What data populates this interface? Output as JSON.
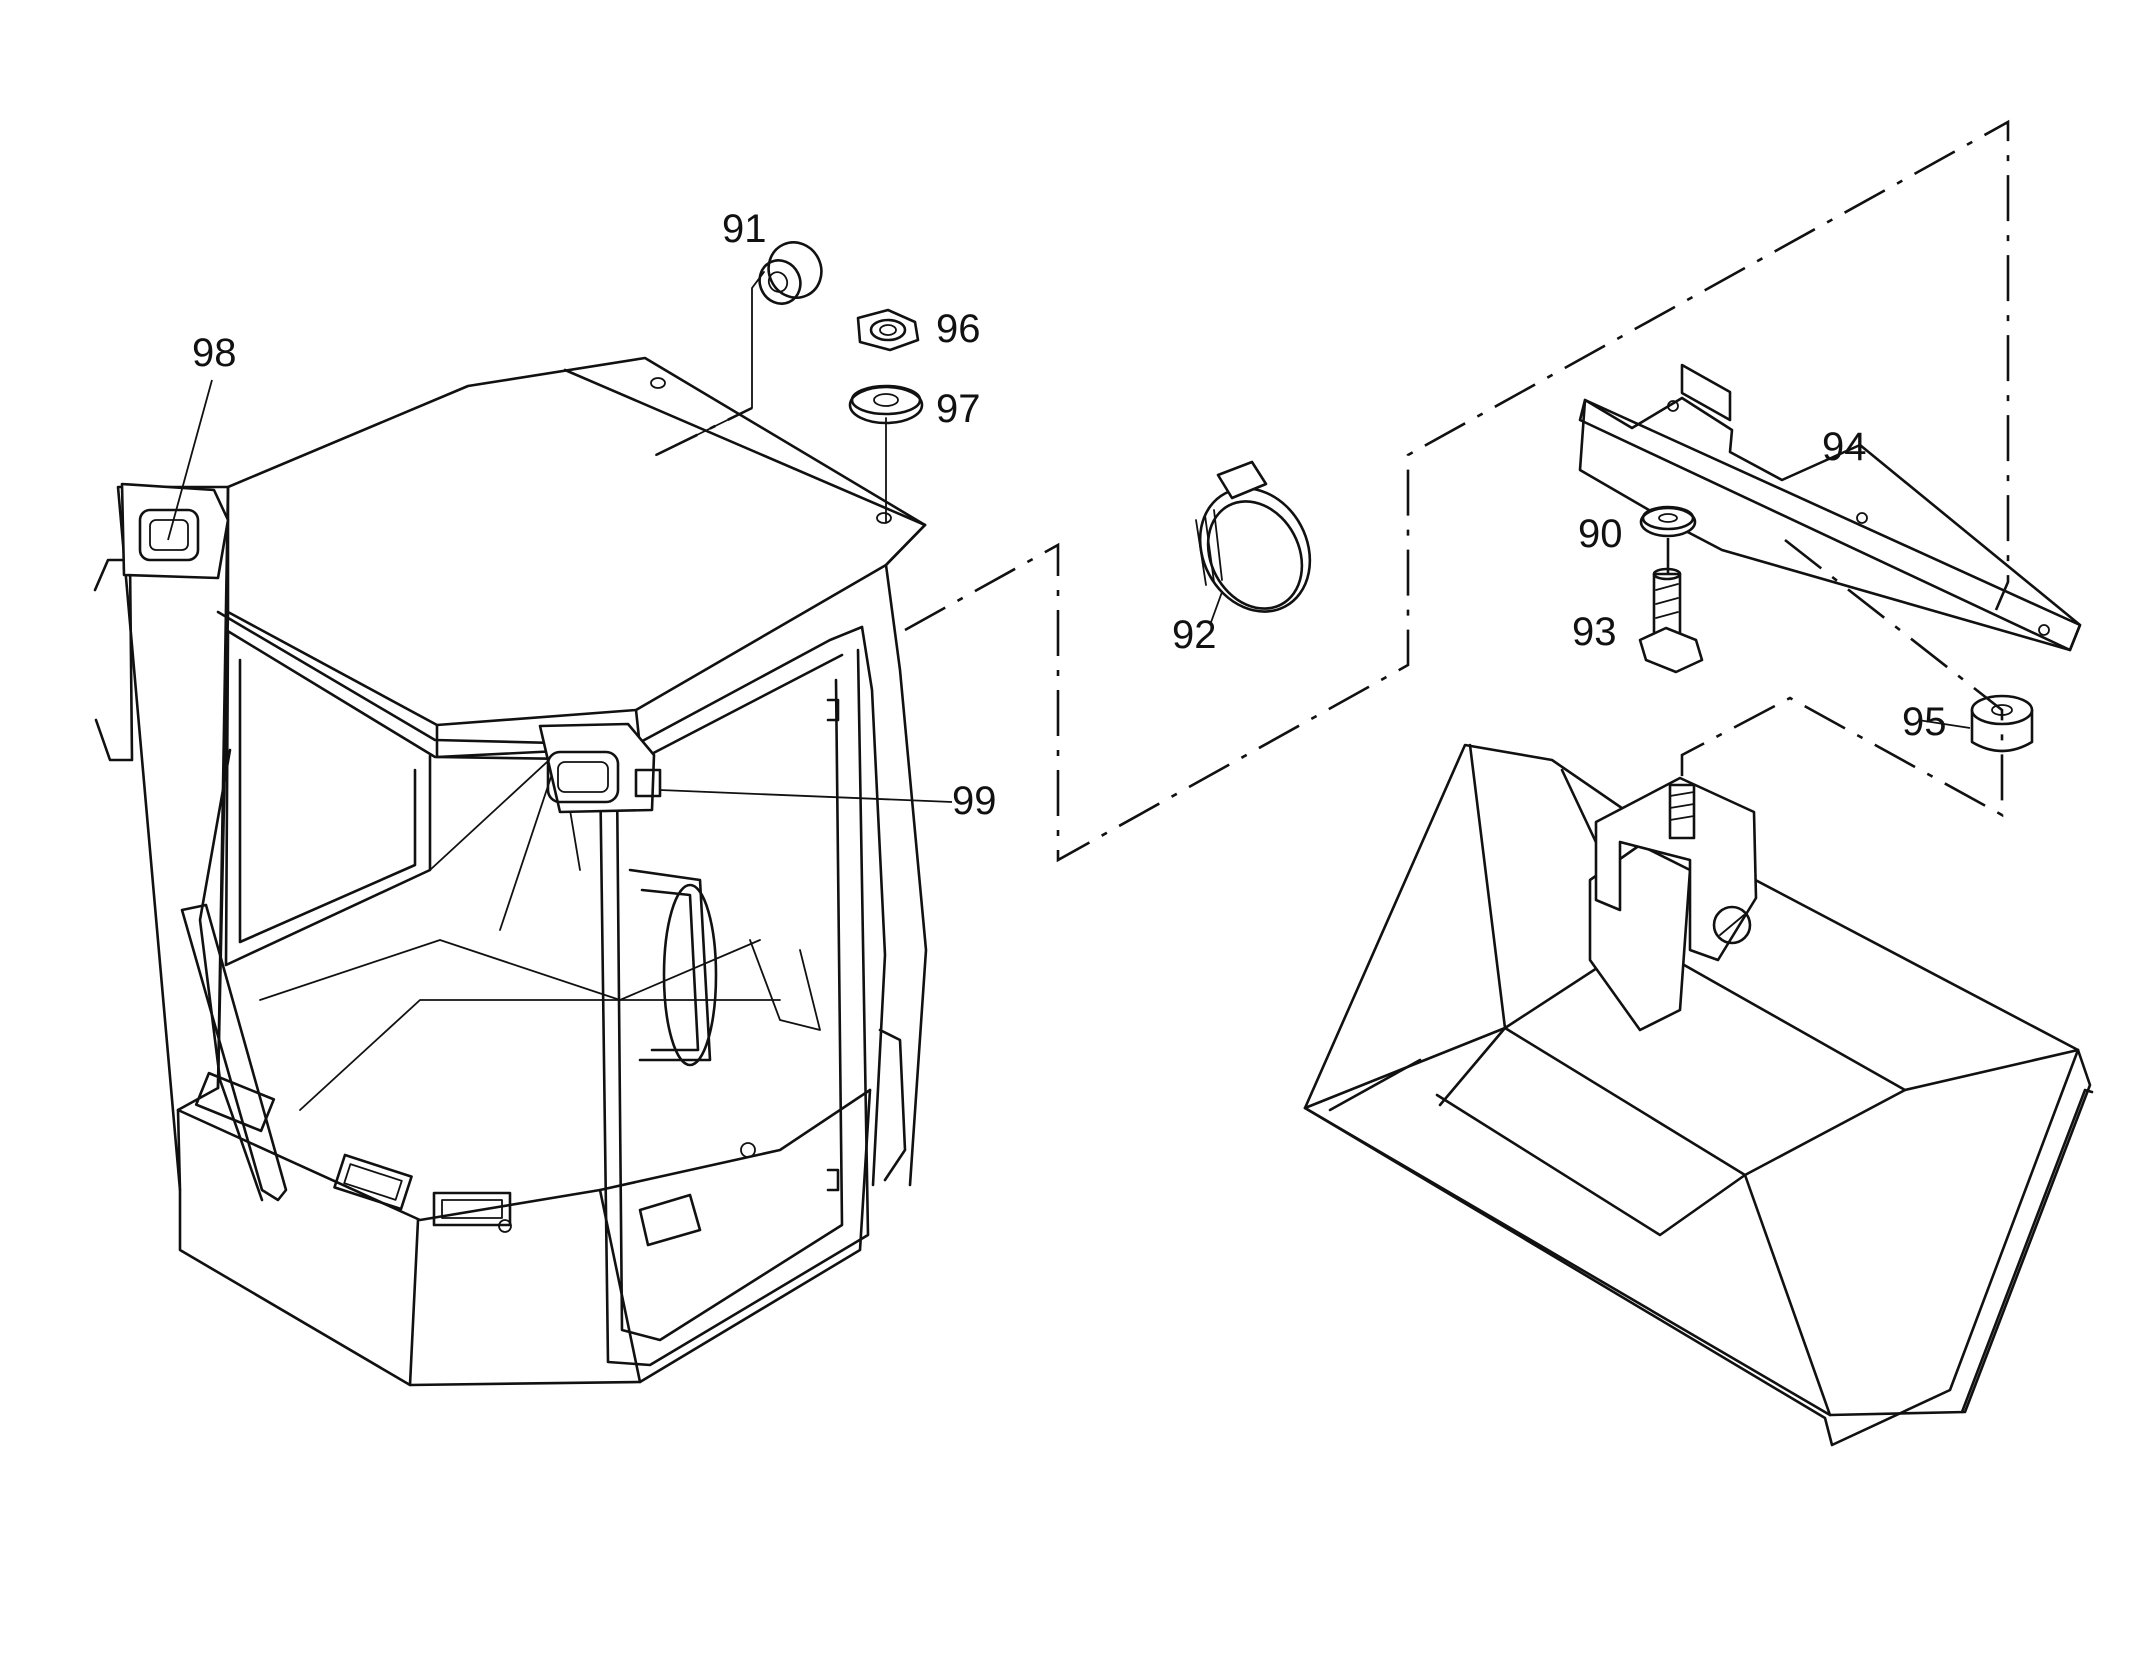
{
  "callouts": {
    "p90": "90",
    "p91": "91",
    "p92": "92",
    "p93": "93",
    "p94": "94",
    "p95": "95",
    "p96": "96",
    "p97": "97",
    "p98": "98",
    "p99": "99"
  },
  "colors": {
    "ink": "#111111",
    "paper": "#ffffff"
  }
}
